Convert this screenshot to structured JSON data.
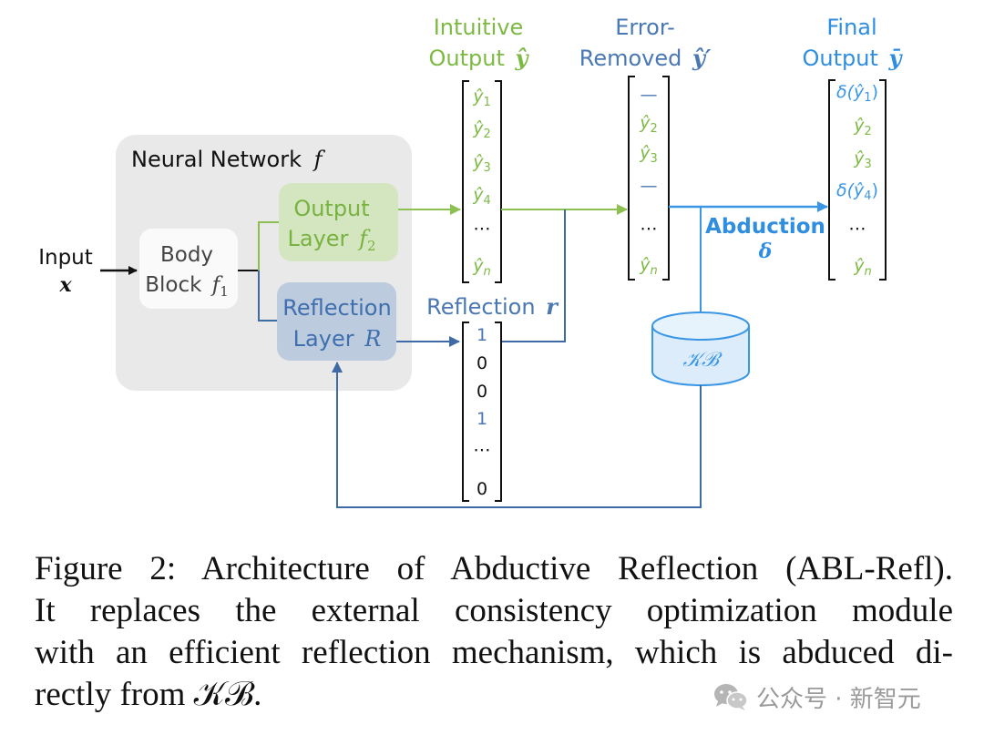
{
  "network": {
    "title": "Neural Network",
    "title_symbol": "f"
  },
  "input": {
    "label": "Input",
    "symbol": "x"
  },
  "body_block": {
    "line1": "Body",
    "line2": "Block",
    "symbol": "f",
    "sub": "1"
  },
  "output_layer": {
    "line1": "Output",
    "line2": "Layer",
    "symbol": "f",
    "sub": "2"
  },
  "reflection_layer": {
    "line1": "Reflection",
    "line2": "Layer",
    "symbol": "R"
  },
  "intuitive_output": {
    "line1": "Intuitive",
    "line2": "Output",
    "symbol": "ŷ",
    "entries": [
      "ŷ",
      "ŷ",
      "ŷ",
      "ŷ",
      "⋯",
      "ŷ"
    ],
    "subs": [
      "1",
      "2",
      "3",
      "4",
      "",
      "n"
    ]
  },
  "reflection_vector": {
    "label": "Reflection",
    "symbol": "r",
    "entries": [
      "1",
      "0",
      "0",
      "1",
      "⋯",
      "0"
    ]
  },
  "error_removed": {
    "line1": "Error-",
    "line2": "Removed",
    "symbol": "ŷ′",
    "entries": [
      "—",
      "ŷ",
      "ŷ",
      "—",
      "⋯",
      "ŷ"
    ],
    "subs": [
      "",
      "2",
      "3",
      "",
      "",
      "n"
    ]
  },
  "abduction": {
    "label": "Abduction",
    "symbol": "δ"
  },
  "kb": {
    "label": "𝒦ℬ"
  },
  "final_output": {
    "line1": "Final",
    "line2": "Output",
    "symbol": "ȳ",
    "entries": [
      "δ(ŷ",
      "ŷ",
      "ŷ",
      "δ(ŷ",
      "⋯",
      "ŷ"
    ],
    "subs": [
      "1",
      "2",
      "3",
      "4",
      "",
      "n"
    ],
    "close": [
      ")",
      "",
      "",
      ")",
      "",
      ""
    ]
  },
  "caption": {
    "line1": "Figure 2: Architecture of Abductive Reflection (ABL-Refl).",
    "line2": "It replaces the external consistency optimization module",
    "line3": "with an efficient reflection mechanism, which is abduced di-",
    "line4": "rectly from 𝒦ℬ."
  },
  "watermark": {
    "text": "公众号 · 新智元"
  },
  "colors": {
    "green": "#7dba44",
    "blue_text": "#4a78b4",
    "abduction_blue": "#2f8ee0",
    "box_gray": "#e9e9e9",
    "output_box": "#d4e6c0",
    "reflection_box": "#bccbde"
  }
}
